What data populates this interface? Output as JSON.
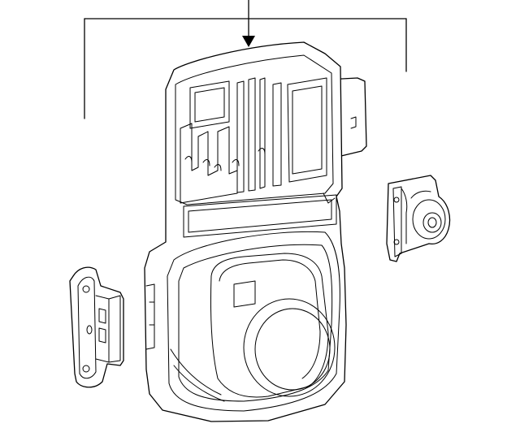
{
  "diagram": {
    "kind": "exploded parts illustration",
    "line_color": "#000000",
    "background": "#ffffff",
    "parts": [
      {
        "name": "main-housing-assembly"
      },
      {
        "name": "left-mounting-bracket"
      },
      {
        "name": "right-mounting-bracket"
      }
    ],
    "callout": {
      "style": "leader-bracket-with-arrow"
    }
  }
}
